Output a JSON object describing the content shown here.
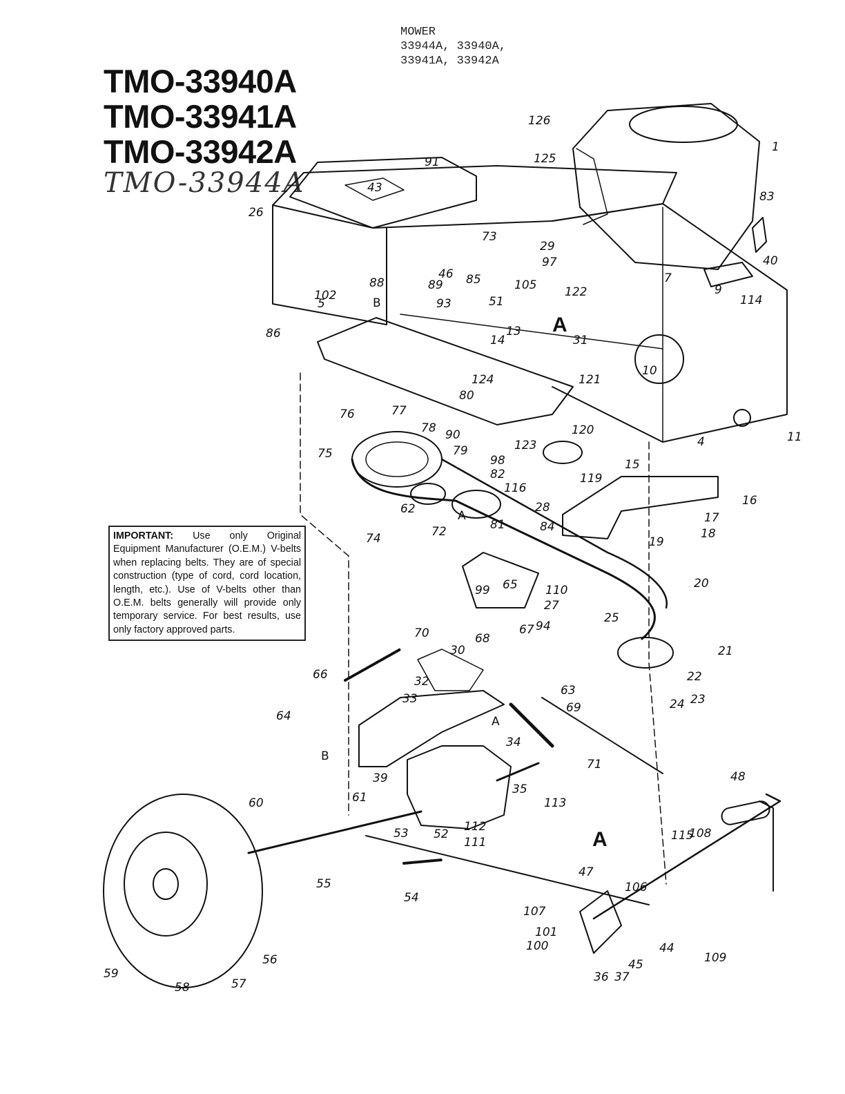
{
  "header": {
    "mower_label": "MOWER",
    "mower_models_line1": "33944A, 33940A,",
    "mower_models_line2": "33941A, 33942A"
  },
  "models": [
    "TMO-33940A",
    "TMO-33941A",
    "TMO-33942A"
  ],
  "handwritten_model": "TMO-33944A",
  "notice": {
    "lead": "IMPORTANT:",
    "text": "Use only Original Equipment Manufacturer (O.E.M.) V-belts when replacing belts. They are of special construction (type of cord, cord location, length, etc.). Use of V-belts other than O.E.M. belts generally will provide only temporary service. For best results, use only factory approved parts."
  },
  "reference_marks": [
    "A",
    "B"
  ],
  "part_numbers": [
    "1",
    "4",
    "5",
    "7",
    "9",
    "10",
    "11",
    "13",
    "14",
    "15",
    "16",
    "17",
    "18",
    "19",
    "20",
    "21",
    "22",
    "23",
    "24",
    "25",
    "26",
    "27",
    "28",
    "29",
    "30",
    "31",
    "32",
    "33",
    "34",
    "35",
    "36",
    "37",
    "39",
    "40",
    "43",
    "44",
    "45",
    "46",
    "47",
    "48",
    "51",
    "52",
    "53",
    "54",
    "55",
    "56",
    "57",
    "58",
    "59",
    "60",
    "61",
    "62",
    "63",
    "64",
    "65",
    "66",
    "67",
    "68",
    "69",
    "70",
    "71",
    "72",
    "73",
    "74",
    "75",
    "76",
    "77",
    "78",
    "79",
    "80",
    "81",
    "82",
    "83",
    "84",
    "85",
    "86",
    "88",
    "89",
    "90",
    "91",
    "93",
    "94",
    "97",
    "98",
    "99",
    "100",
    "101",
    "102",
    "105",
    "106",
    "107",
    "108",
    "109",
    "110",
    "111",
    "112",
    "113",
    "114",
    "115",
    "116",
    "119",
    "120",
    "121",
    "122",
    "123",
    "124",
    "125",
    "126"
  ],
  "colors": {
    "ink": "#111111",
    "paper": "#ffffff"
  }
}
